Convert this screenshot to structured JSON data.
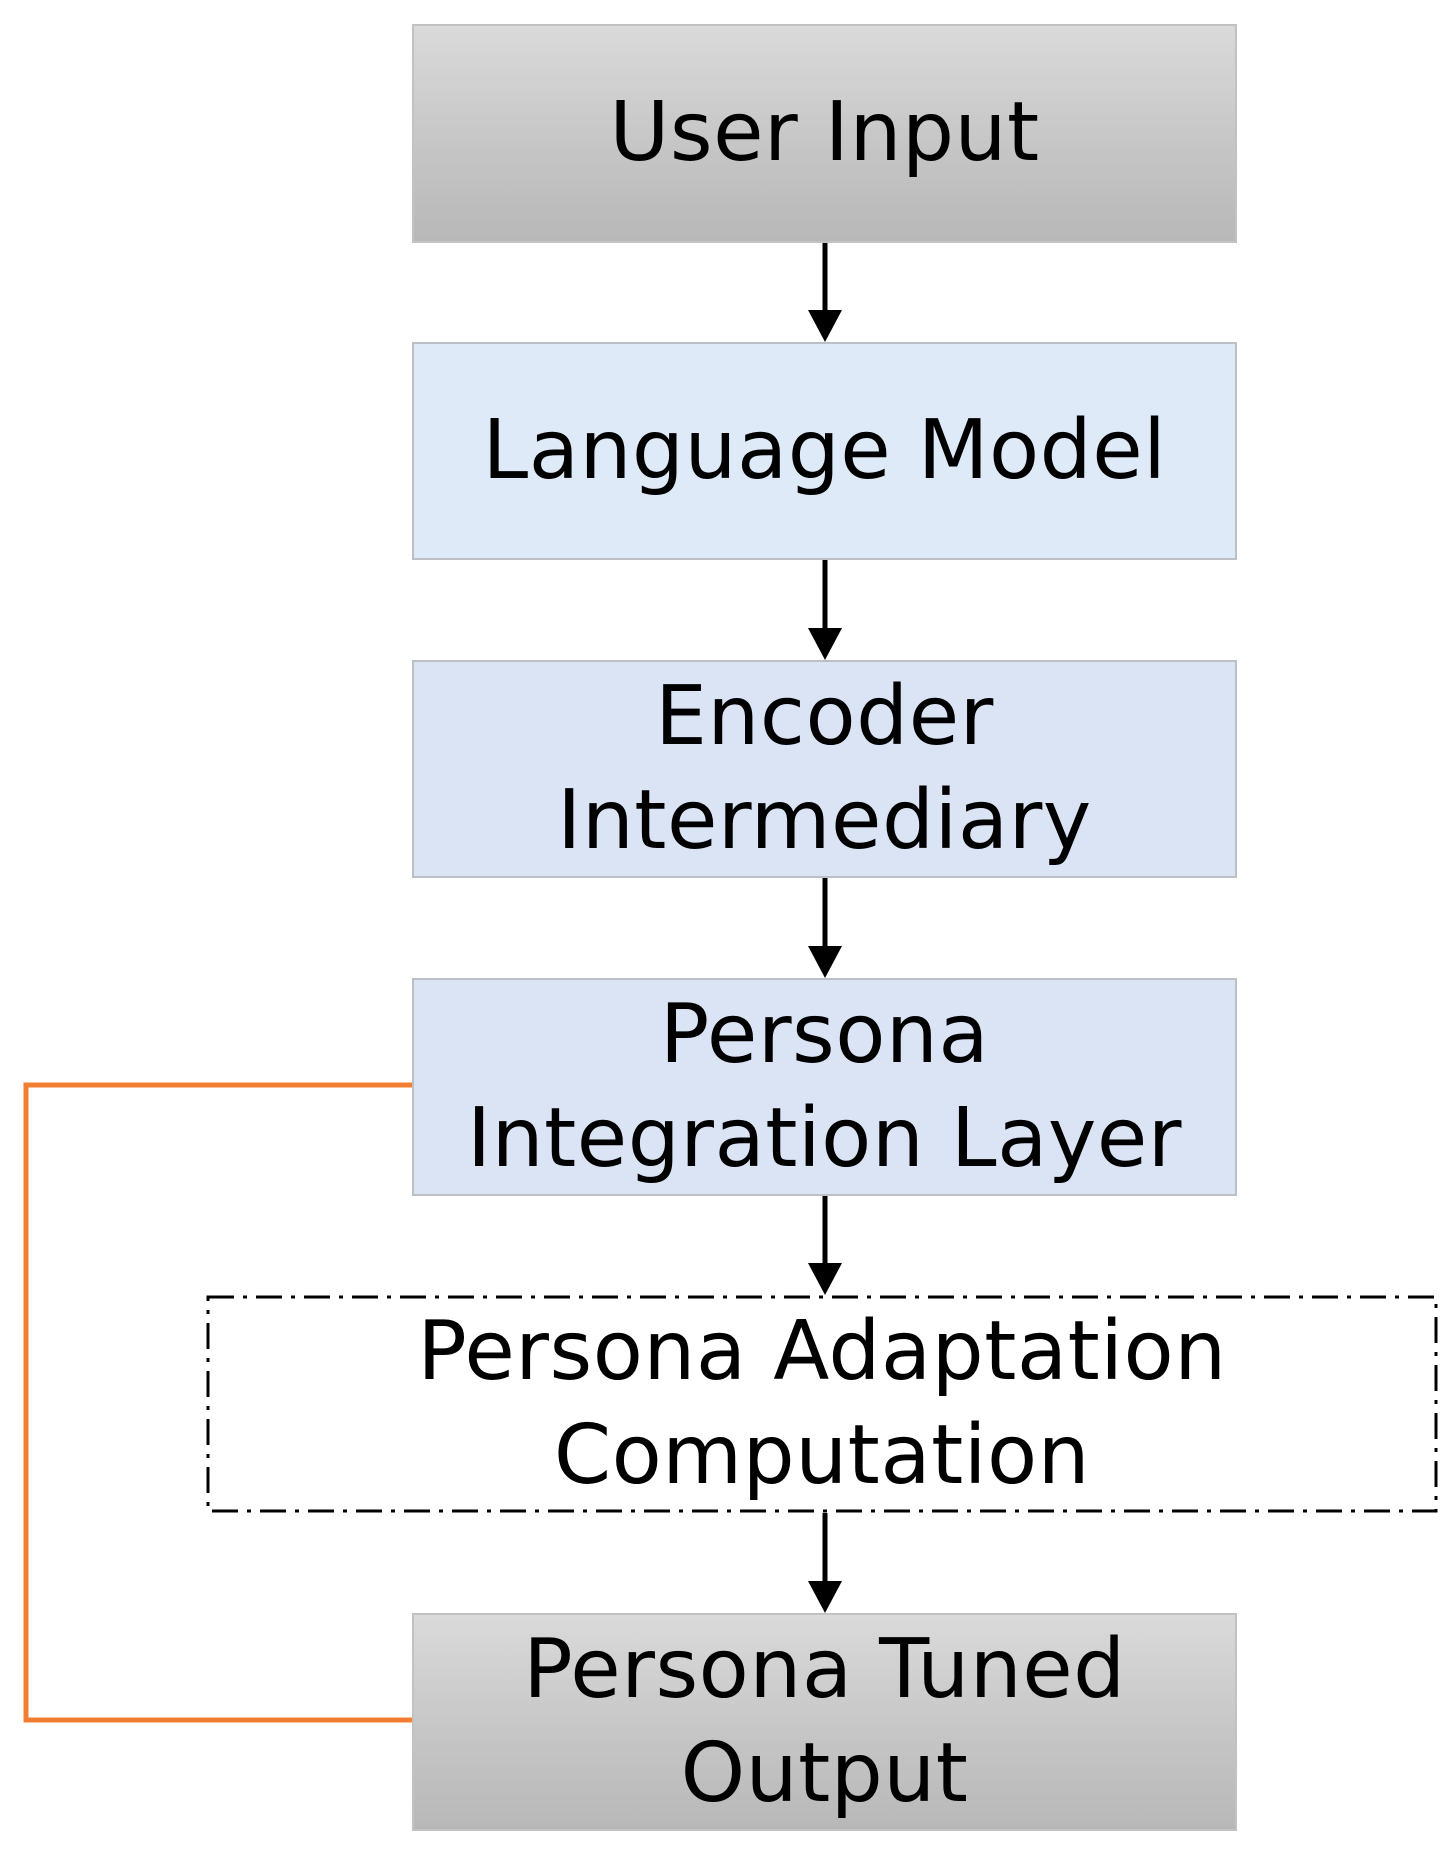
{
  "diagram": {
    "nodes": [
      {
        "id": "user-input",
        "lines": [
          "User Input"
        ]
      },
      {
        "id": "language-model",
        "lines": [
          "Language Model"
        ]
      },
      {
        "id": "encoder",
        "lines": [
          "Encoder",
          "Intermediary"
        ]
      },
      {
        "id": "persona-integration",
        "lines": [
          "Persona",
          "Integration Layer"
        ]
      },
      {
        "id": "adaptation",
        "lines": [
          "Persona Adaptation",
          "Computation"
        ]
      },
      {
        "id": "output",
        "lines": [
          "Persona Tuned",
          "Output"
        ]
      }
    ],
    "edges": [
      {
        "from": "user-input",
        "to": "language-model"
      },
      {
        "from": "language-model",
        "to": "encoder"
      },
      {
        "from": "encoder",
        "to": "persona-integration"
      },
      {
        "from": "persona-integration",
        "to": "adaptation"
      },
      {
        "from": "adaptation",
        "to": "output"
      },
      {
        "from": "persona-integration",
        "to": "output",
        "style": "feedback"
      }
    ],
    "colors": {
      "io_box": "#c6c6c6",
      "model_box": "#deeaf7",
      "layer_box": "#dbe4f5",
      "arrow": "#000000",
      "feedback_line": "#f07f33"
    }
  }
}
